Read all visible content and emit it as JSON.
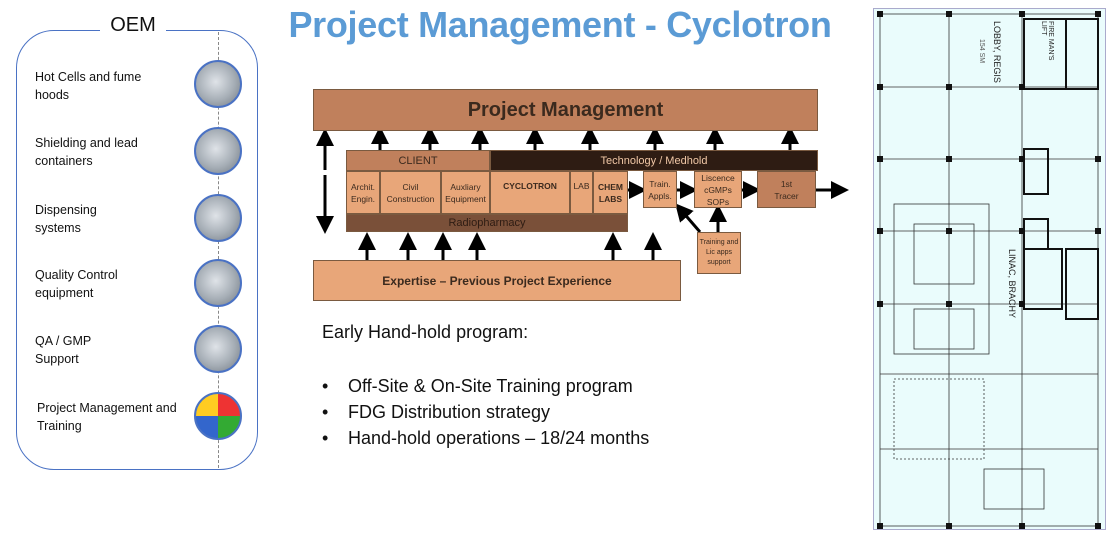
{
  "title": "Project Management - Cyclotron",
  "oem": {
    "label": "OEM",
    "items": [
      {
        "label": "Hot Cells and fume hoods",
        "icon": "hot-cell-icon"
      },
      {
        "label": "Shielding and lead containers",
        "icon": "lead-container-icon"
      },
      {
        "label": "Dispensing systems",
        "icon": "dispenser-icon"
      },
      {
        "label": "Quality Control equipment",
        "icon": "qc-equipment-icon"
      },
      {
        "label": "QA / GMP Support",
        "icon": "qa-gmp-icon"
      },
      {
        "label": "Project Management and Training",
        "icon": "cube-icon"
      }
    ]
  },
  "diagram": {
    "pm": "Project Management",
    "client": "CLIENT",
    "tech": "Technology / Medhold",
    "archit": "Archit. Engin.",
    "civil": "Civil Construction",
    "aux": "Auxliary Equipment",
    "cyclotron": "CYCLOTRON",
    "lab": "LAB",
    "chem": "CHEM LABS",
    "radio": "Radiopharmacy",
    "train": "Train. Appls.",
    "licence": "Liscence cGMPs SOPs",
    "tracer": "1st Tracer",
    "training_support": "Training and Lic apps support",
    "expertise": "Expertise – Previous Project Experience"
  },
  "program": {
    "heading": "Early Hand-hold program:",
    "bullets": [
      "Off-Site & On-Site Training program",
      "FDG Distribution strategy",
      "Hand-hold operations – 18/24 months"
    ]
  },
  "floorplan": {
    "labels": [
      "LOBBY, REGIS",
      "154 SM",
      "FIRE MAN'S LIFT",
      "LINAC, BRACHY"
    ]
  },
  "colors": {
    "title": "#5b9bd5",
    "accent": "#4a72c4"
  }
}
